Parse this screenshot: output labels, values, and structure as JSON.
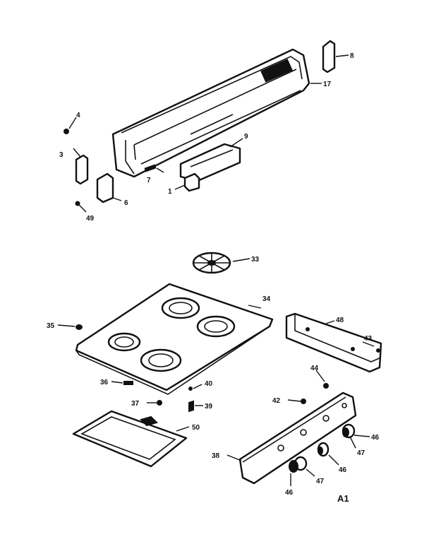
{
  "diagram": {
    "sheet_label": "A1",
    "callouts": {
      "c8": "8",
      "c17": "17",
      "c4": "4",
      "c3": "3",
      "c9": "9",
      "c7": "7",
      "c1": "1",
      "c6": "6",
      "c49": "49",
      "c33a": "33",
      "c34": "34",
      "c35": "35",
      "c48": "48",
      "c43": "43",
      "c36": "36",
      "c40": "40",
      "c44": "44",
      "c37": "37",
      "c39": "39",
      "c42": "42",
      "c50": "50",
      "c38": "38",
      "c46a": "46",
      "c47a": "47",
      "c46b": "46",
      "c47b": "47",
      "c46c": "46"
    }
  }
}
